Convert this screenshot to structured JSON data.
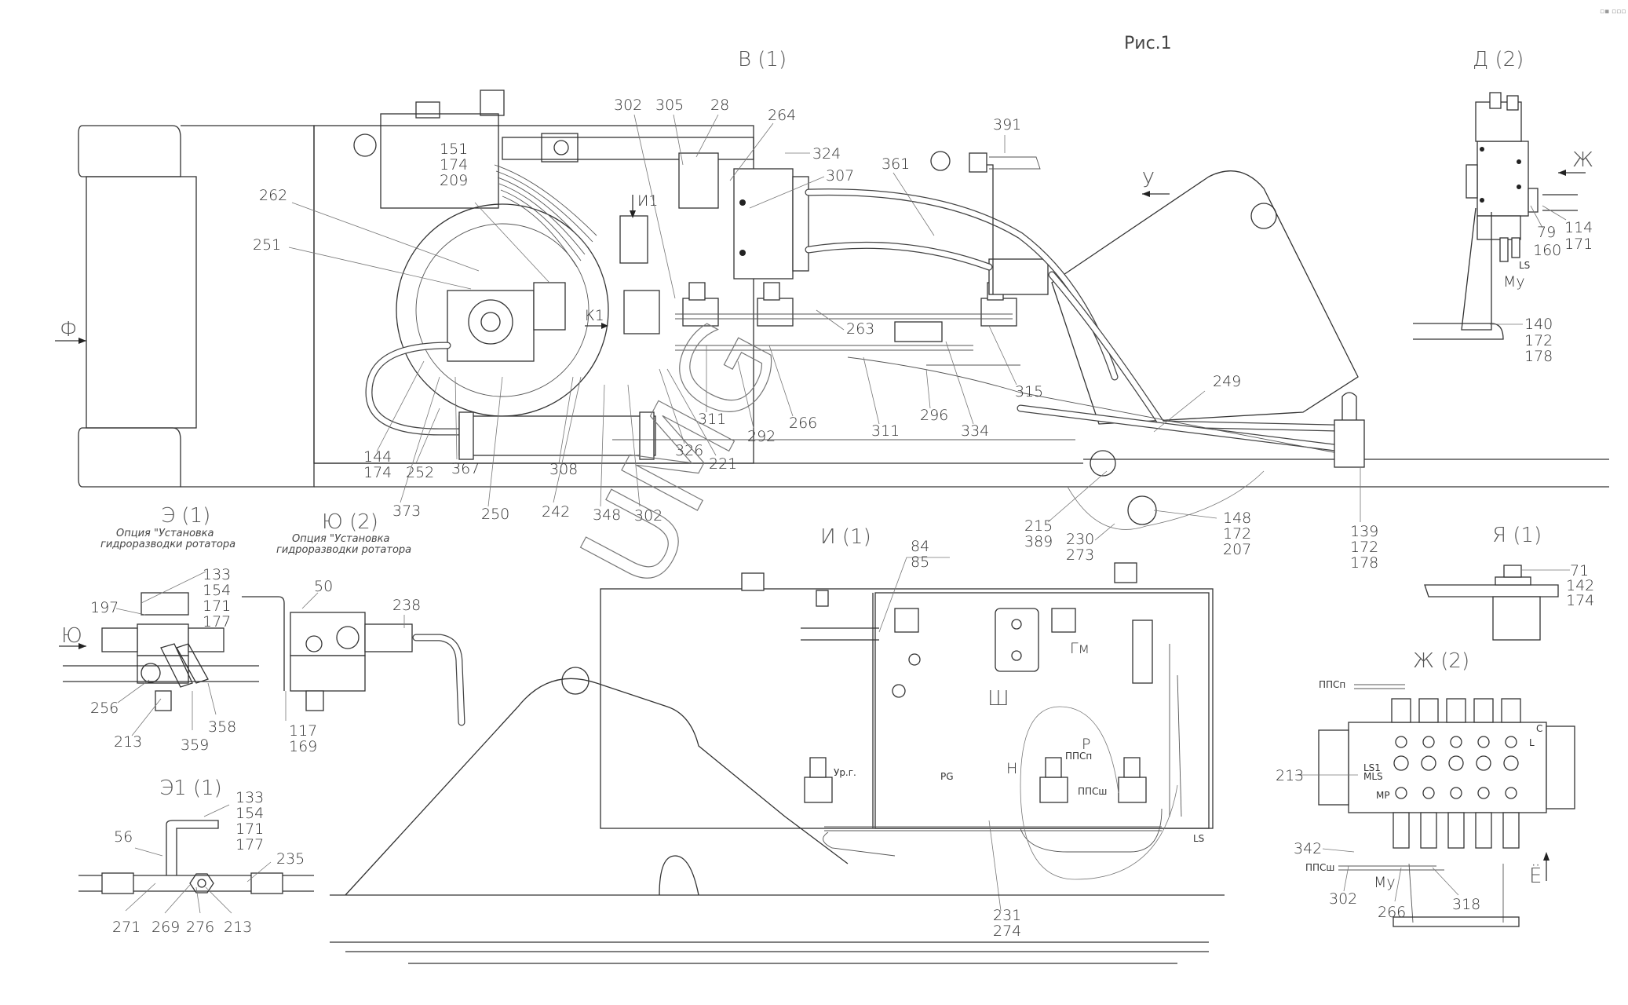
{
  "figure": {
    "title": "Рис.1",
    "corner_mark": "▫▪ ▫▫▫",
    "watermark": "UMG"
  },
  "views": {
    "main": "В (1)",
    "d": "Д (2)",
    "e": "Э (1)",
    "yu": "Ю (2)",
    "e1": "Э1 (1)",
    "i": "И (1)",
    "ya": "Я (1)",
    "zh": "Ж (2)",
    "option_note_line1": "Опция \"Установка",
    "option_note_line2": "гидроразводки ротатора"
  },
  "section_markers": {
    "f": "Ф",
    "u": "У",
    "zh": "Ж",
    "i1": "И1",
    "k1": "К1",
    "yu": "Ю",
    "sh": "Ш",
    "yo": "Ё"
  },
  "main_callouts": [
    {
      "id": "c151",
      "lines": [
        "151",
        "174",
        "209"
      ]
    },
    {
      "id": "c262",
      "lines": [
        "262"
      ]
    },
    {
      "id": "c251",
      "lines": [
        "251"
      ]
    },
    {
      "id": "c302a",
      "lines": [
        "302"
      ]
    },
    {
      "id": "c305",
      "lines": [
        "305"
      ]
    },
    {
      "id": "c28",
      "lines": [
        "28"
      ]
    },
    {
      "id": "c264",
      "lines": [
        "264"
      ]
    },
    {
      "id": "c324",
      "lines": [
        "324"
      ]
    },
    {
      "id": "c307",
      "lines": [
        "307"
      ]
    },
    {
      "id": "c361",
      "lines": [
        "361"
      ]
    },
    {
      "id": "c391",
      "lines": [
        "391"
      ]
    },
    {
      "id": "c263",
      "lines": [
        "263"
      ]
    },
    {
      "id": "c315",
      "lines": [
        "315"
      ]
    },
    {
      "id": "c334",
      "lines": [
        "334"
      ]
    },
    {
      "id": "c296",
      "lines": [
        "296"
      ]
    },
    {
      "id": "c311a",
      "lines": [
        "311"
      ]
    },
    {
      "id": "c311b",
      "lines": [
        "311"
      ]
    },
    {
      "id": "c292",
      "lines": [
        "292"
      ]
    },
    {
      "id": "c266",
      "lines": [
        "266"
      ]
    },
    {
      "id": "c326",
      "lines": [
        "326"
      ]
    },
    {
      "id": "c221",
      "lines": [
        "221"
      ]
    },
    {
      "id": "c144",
      "lines": [
        "144",
        "174"
      ]
    },
    {
      "id": "c252",
      "lines": [
        "252"
      ]
    },
    {
      "id": "c367",
      "lines": [
        "367"
      ]
    },
    {
      "id": "c308",
      "lines": [
        "308"
      ]
    },
    {
      "id": "c373",
      "lines": [
        "373"
      ]
    },
    {
      "id": "c250",
      "lines": [
        "250"
      ]
    },
    {
      "id": "c242",
      "lines": [
        "242"
      ]
    },
    {
      "id": "c348",
      "lines": [
        "348"
      ]
    },
    {
      "id": "c302b",
      "lines": [
        "302"
      ]
    },
    {
      "id": "c249",
      "lines": [
        "249"
      ]
    },
    {
      "id": "c215",
      "lines": [
        "215",
        "389"
      ]
    },
    {
      "id": "c230",
      "lines": [
        "230",
        "273"
      ]
    },
    {
      "id": "c148",
      "lines": [
        "148",
        "172",
        "207"
      ]
    },
    {
      "id": "c139",
      "lines": [
        "139",
        "172",
        "178"
      ]
    }
  ],
  "d_callouts": {
    "c79": [
      "79",
      "160"
    ],
    "c114": [
      "114",
      "171"
    ],
    "c140": [
      "140",
      "172",
      "178"
    ],
    "ls": "LS",
    "mu": "Мy"
  },
  "e_callouts": {
    "c133": [
      "133",
      "154",
      "171",
      "177"
    ],
    "c197": "197",
    "c256": "256",
    "c213": "213",
    "c359": "359",
    "c358": "358"
  },
  "yu_callouts": {
    "c50": "50",
    "c238": "238",
    "c117": [
      "117",
      "169"
    ]
  },
  "e1_callouts": {
    "c133": [
      "133",
      "154",
      "171",
      "177"
    ],
    "c56": "56",
    "c235": "235",
    "c271": "271",
    "c269": "269",
    "c276": "276",
    "c213": "213"
  },
  "i_callouts": {
    "c84": [
      "84",
      "85"
    ],
    "c231": [
      "231",
      "274"
    ],
    "gm": "Гм",
    "p": "Р",
    "n": "Н",
    "ppsp": "ППСп",
    "ppssh": "ППСш",
    "ur_g": "Ур.г.",
    "ls": "LS",
    "pg": "PG"
  },
  "ya_callouts": {
    "c71": [
      "71",
      "142",
      "174"
    ]
  },
  "zh_callouts": {
    "ppsp": "ППСп",
    "ppssh": "ППСш",
    "c213": "213",
    "ls1": "LS1",
    "mls": "MLS",
    "mp": "MP",
    "c": "C",
    "l": "L",
    "c342": "342",
    "c302": "302",
    "mu": "Мy",
    "c266": "266",
    "c318": "318"
  }
}
